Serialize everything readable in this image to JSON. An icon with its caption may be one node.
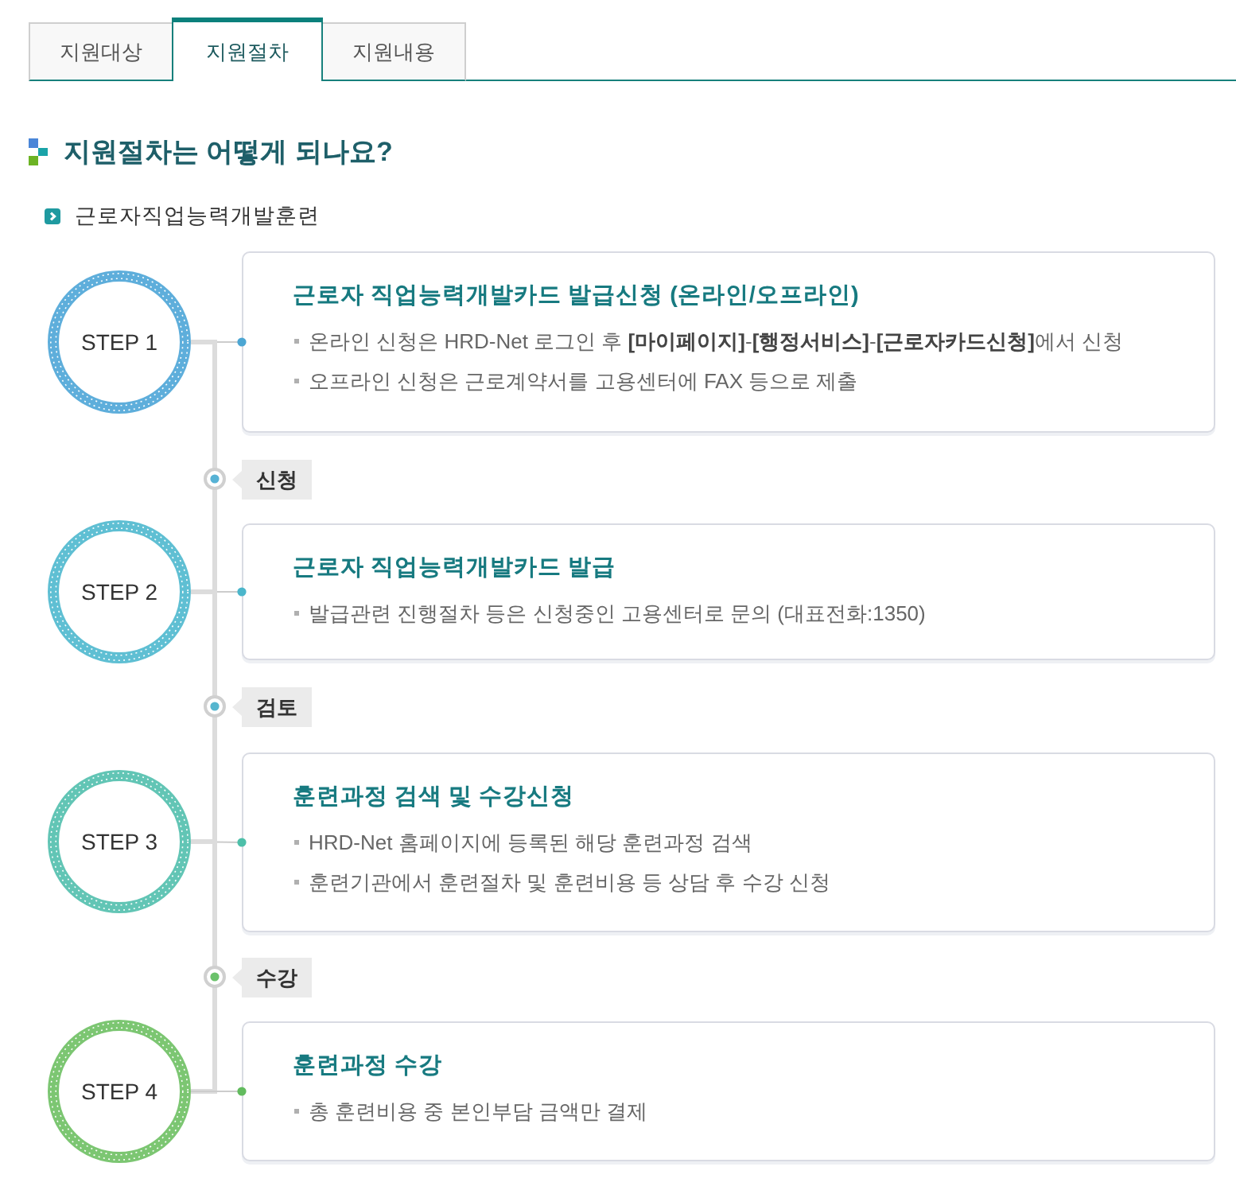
{
  "diagram": {
    "title": "지원절차는 어떻게 되나요?",
    "nodes": [
      {
        "text": [
          "지원대상"
        ]
      },
      {
        "text": [
          "지원절차"
        ]
      },
      {
        "text": [
          "지원내용"
        ]
      },
      {
        "text": [
          "STEP 1"
        ]
      },
      {
        "text": [
          "근로자 직업능력개발카드 발급신청 (온라인/오프라인)",
          "온라인 신청은 HRD-Net 로그인 후 **[마이페이지]**-**[행정서비스]**-**[근로자카드신청]**에서 신청",
          "오프라인 신청은 근로계약서를 고용센터에 FAX 등으로 제출"
        ]
      },
      {
        "text": [
          "STEP 2"
        ]
      },
      {
        "text": [
          "근로자 직업능력개발카드 발급",
          "발급관련 진행절차 등은 신청중인 고용센터로 문의 (대표전화:1350)"
        ]
      },
      {
        "text": [
          "STEP 3"
        ]
      },
      {
        "text": [
          "훈련과정 검색 및 수강신청",
          "HRD-Net 홈페이지에 등록된 해당 훈련과정 검색",
          "훈련기관에서 훈련절차 및 훈련비용 등 상담 후 수강 신청"
        ]
      },
      {
        "text": [
          "STEP 4"
        ]
      },
      {
        "text": [
          "훈련과정 수강",
          "총 훈련비용 중 본인부담 금액만 결제"
        ]
      }
    ],
    "edges": [
      {
        "from": 3,
        "to": 4,
        "arrow": "other"
      },
      {
        "from": 3,
        "to": 5,
        "arrow": "none",
        "label": "신청",
        "style": "thick"
      },
      {
        "from": 5,
        "to": 6,
        "arrow": "other"
      },
      {
        "from": 5,
        "to": 7,
        "arrow": "none",
        "label": "검토",
        "style": "thick"
      },
      {
        "from": 7,
        "to": 8,
        "arrow": "other"
      },
      {
        "from": 7,
        "to": 9,
        "arrow": "none",
        "label": "수강",
        "style": "thick"
      },
      {
        "from": 9,
        "to": 10,
        "arrow": "other"
      }
    ],
    "labels": [
      "근로자직업능력개발훈련"
    ]
  }
}
